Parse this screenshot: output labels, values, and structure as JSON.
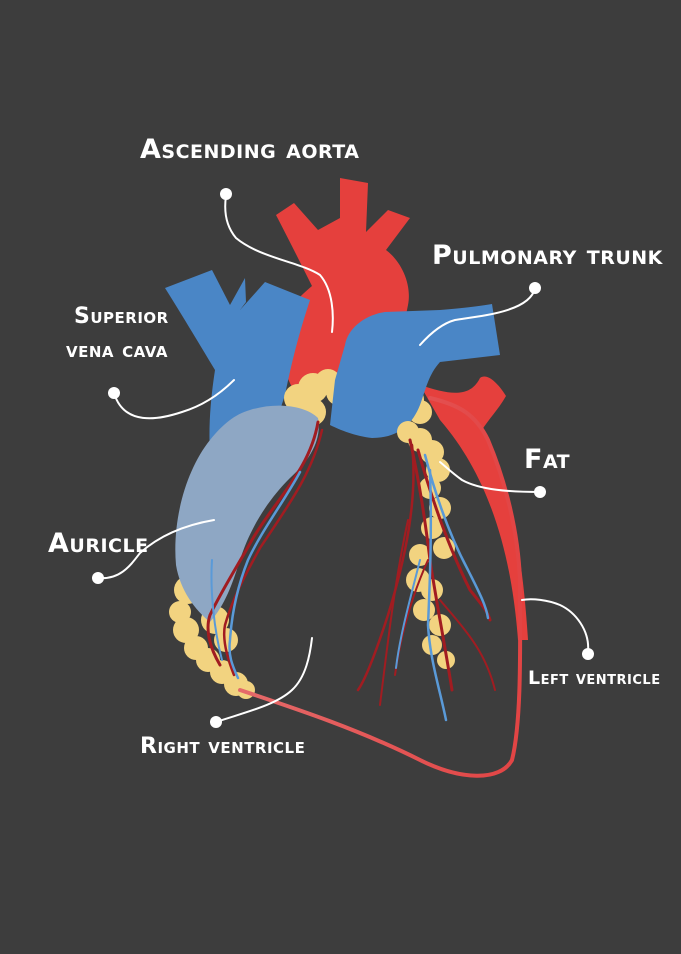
{
  "labels": {
    "ascending_aorta": "Ascending aorta",
    "pulmonary_trunk": "Pulmonary trunk",
    "superior_vena_cava_1": "Superior",
    "superior_vena_cava_2": "vena cava",
    "fat": "Fat",
    "auricle": "Auricle",
    "left_ventricle": "Left ventricle",
    "right_ventricle": "Right ventricle"
  },
  "colors": {
    "background": "#3d3d3d",
    "aorta_red": "#e5403d",
    "vein_blue": "#4a86c6",
    "auricle_blue": "#8ea7c4",
    "fat_yellow": "#f2d380",
    "vessel_dark_red": "#a11c21",
    "vessel_blue": "#5a9ad8",
    "ventricle_outline": "#e87a7a",
    "leader_line": "#ffffff"
  }
}
